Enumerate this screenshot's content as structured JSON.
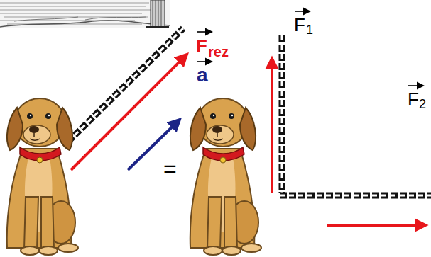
{
  "diagram": {
    "labels": [
      "F",
      "rez",
      "a",
      "F",
      "1",
      "F",
      "2",
      "="
    ]
  }
}
